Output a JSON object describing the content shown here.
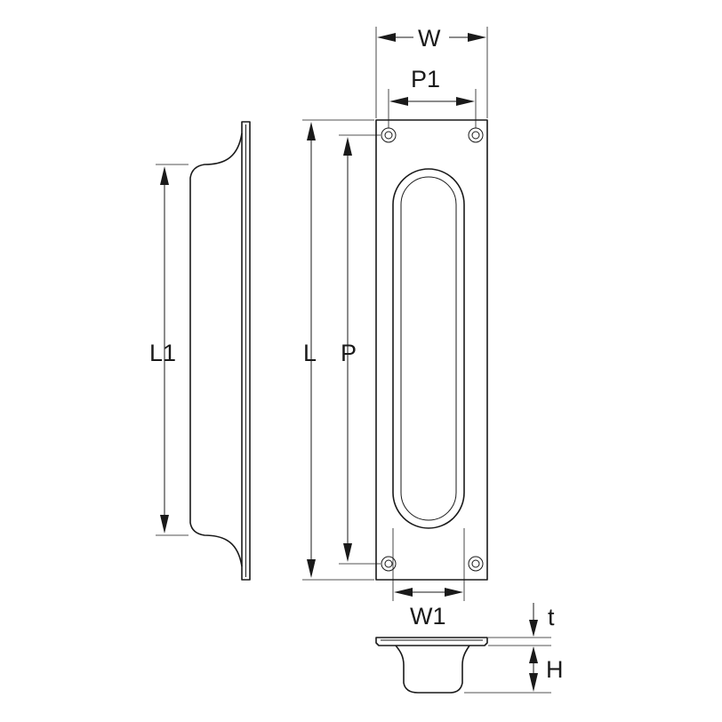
{
  "dimension_labels": {
    "W": "W",
    "P1": "P1",
    "L1": "L1",
    "L": "L",
    "P": "P",
    "W1": "W1",
    "t": "t",
    "H": "H"
  }
}
